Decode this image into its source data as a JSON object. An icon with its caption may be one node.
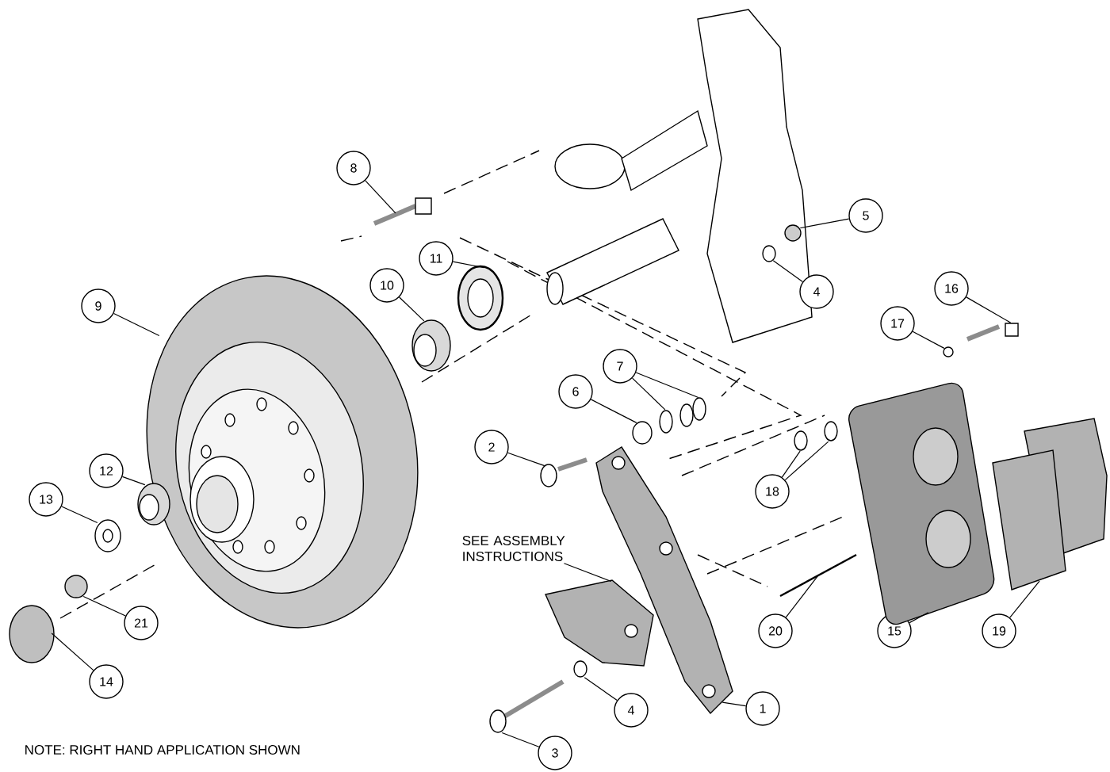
{
  "diagram": {
    "nodes": [
      {
        "text": [
          "8"
        ]
      },
      {
        "text": [
          "5"
        ]
      },
      {
        "text": [
          "11"
        ]
      },
      {
        "text": [
          "10"
        ]
      },
      {
        "text": [
          "16"
        ]
      },
      {
        "text": [
          "4"
        ]
      },
      {
        "text": [
          "9"
        ]
      },
      {
        "text": [
          "17"
        ]
      },
      {
        "text": [
          "7"
        ]
      },
      {
        "text": [
          "6"
        ]
      },
      {
        "text": [
          "2"
        ]
      },
      {
        "text": [
          "12"
        ]
      },
      {
        "text": [
          "18"
        ]
      },
      {
        "text": [
          "13"
        ]
      },
      {
        "text": [
          "SEE ASSEMBLY INSTRUCTIONS"
        ]
      },
      {
        "text": [
          "21"
        ]
      },
      {
        "text": [
          "20"
        ]
      },
      {
        "text": [
          "15"
        ]
      },
      {
        "text": [
          "19"
        ]
      },
      {
        "text": [
          "14"
        ]
      },
      {
        "text": [
          "1"
        ]
      },
      {
        "text": [
          "4"
        ]
      },
      {
        "text": [
          "3"
        ]
      },
      {
        "text": [],
        "shape": "picture"
      },
      {
        "text": [],
        "shape": "circle"
      },
      {
        "text": [],
        "shape": "picture"
      },
      {
        "text": [],
        "shape": "picture"
      },
      {
        "text": [],
        "shape": "picture"
      },
      {
        "text": [],
        "shape": "circle"
      },
      {
        "text": [],
        "shape": "picture"
      },
      {
        "text": [],
        "shape": "circle"
      },
      {
        "text": [],
        "shape": "circle"
      },
      {
        "text": [],
        "shape": "picture"
      },
      {
        "text": [],
        "shape": "circle"
      },
      {
        "text": [],
        "shape": "picture"
      },
      {
        "text": [],
        "shape": "picture"
      },
      {
        "text": [],
        "shape": "circle"
      },
      {
        "text": [],
        "shape": "circle"
      },
      {
        "text": [],
        "shape": "picture"
      },
      {
        "text": [],
        "shape": "picture"
      },
      {
        "text": [],
        "shape": "circle"
      },
      {
        "text": [],
        "shape": "picture"
      },
      {
        "text": [],
        "shape": "picture"
      },
      {
        "text": [],
        "shape": "picture"
      },
      {
        "text": [],
        "shape": "circle"
      },
      {
        "text": [],
        "shape": "picture"
      },
      {
        "text": [],
        "shape": "circle"
      },
      {
        "text": [],
        "shape": "picture"
      }
    ],
    "edges": [
      {
        "from": 0,
        "to": 23,
        "arrow": "none"
      },
      {
        "from": 1,
        "to": 24,
        "arrow": "none"
      },
      {
        "from": 2,
        "to": 25,
        "arrow": "none"
      },
      {
        "from": 3,
        "to": 26,
        "arrow": "none"
      },
      {
        "from": 4,
        "to": 27,
        "arrow": "none"
      },
      {
        "from": 5,
        "to": 28,
        "arrow": "none"
      },
      {
        "from": 6,
        "to": 29,
        "arrow": "none"
      },
      {
        "from": 7,
        "to": 30,
        "arrow": "none"
      },
      {
        "from": 8,
        "to": 31,
        "arrow": "none"
      },
      {
        "from": 8,
        "to": 32,
        "arrow": "none"
      },
      {
        "from": 9,
        "to": 33,
        "arrow": "none"
      },
      {
        "from": 10,
        "to": 34,
        "arrow": "none"
      },
      {
        "from": 11,
        "to": 35,
        "arrow": "none"
      },
      {
        "from": 12,
        "to": 36,
        "arrow": "none"
      },
      {
        "from": 12,
        "to": 37,
        "arrow": "none"
      },
      {
        "from": 13,
        "to": 38,
        "arrow": "none"
      },
      {
        "from": 14,
        "to": 39,
        "arrow": "none"
      },
      {
        "from": 15,
        "to": 40,
        "arrow": "none"
      },
      {
        "from": 16,
        "to": 41,
        "arrow": "none"
      },
      {
        "from": 17,
        "to": 42,
        "arrow": "none"
      },
      {
        "from": 18,
        "to": 43,
        "arrow": "none"
      },
      {
        "from": 19,
        "to": 44,
        "arrow": "none"
      },
      {
        "from": 20,
        "to": 45,
        "arrow": "none"
      },
      {
        "from": 21,
        "to": 46,
        "arrow": "none"
      },
      {
        "from": 22,
        "to": 47,
        "arrow": "none"
      }
    ],
    "labels": [
      "NOTE: RIGHT HAND APPLICATION SHOWN"
    ]
  }
}
